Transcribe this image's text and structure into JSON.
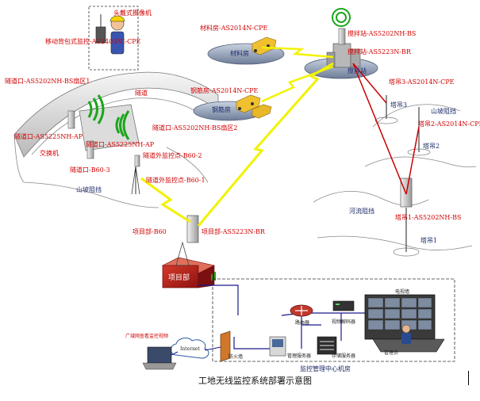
{
  "title": "工地无线监控系统部署示意图",
  "labels": {
    "helmet_camera": "头戴式摄像机",
    "backpack_cpe": "移动背包式监控-AS2403NI-CPE",
    "tunnel_sector1": "隧道口-AS5202NH-BS扇区1",
    "tunnel": "隧道",
    "tunnel_ap": "隧道口-AS5225NH-AP",
    "tunnel_ap2": "隧道口-AS5225NH-AP",
    "switch": "交换机",
    "tunnel_b603": "隧道口-B60-3",
    "sector2": "隧道口-AS5202NH-BS扇区2",
    "outside_b602": "隧道外监控点-B60-2",
    "outside_b601": "隧道外监控点-B60-1",
    "hill_block_left": "山坡阻挡",
    "material_cpe": "材料房-AS2014N-CPE",
    "material_room": "材料房",
    "rebar_cpe": "钢筋房-AS2014N-CPE",
    "rebar_room": "钢筋房",
    "mixing_bs": "搅拌站-AS5202NH-BS",
    "mixing_br": "搅拌站-AS5223N-BR",
    "mixing_station": "搅拌站",
    "tower3_cpe": "塔吊3-AS2014N-CPE",
    "tower3": "塔吊3",
    "hill_block_right": "山坡阻挡",
    "tower2_cpe": "塔吊2-AS2014N-CPE",
    "tower2": "塔吊2",
    "river_block": "河流阻挡",
    "tower1_bs": "塔吊1-AS5202NH-BS",
    "tower1": "塔吊1",
    "project_b60": "项目部-B60",
    "project_br": "项目部-AS5223N-BR",
    "project_dept": "项目部",
    "video_wall": "电视墙",
    "router": "路由器",
    "video_decoder": "视频解码器",
    "remote_view": "广域网查看监控视频",
    "internet": "Internet",
    "firewall": "防火墙",
    "mgmt_server": "管理服务器",
    "storage_server": "存储服务器",
    "operator": "管理员",
    "control_room": "监控管理中心机房"
  },
  "colors": {
    "label_red": "#d10000",
    "label_navy": "#1a2a66",
    "wireless_link": "#f2f200",
    "link_red": "#cc0000",
    "signal_green": "#1aa61a",
    "project_box": "#b31e1e",
    "wire": "#1a1a8c"
  },
  "icons": [
    "helmet-camera-icon",
    "signal-wave-icon",
    "antenna-icon",
    "truck-icon",
    "mixing-plant-icon",
    "tower-crane-icon",
    "laptop-icon",
    "cloud-icon",
    "firewall-icon",
    "router-icon",
    "server-icon",
    "video-wall-icon",
    "operator-icon"
  ]
}
